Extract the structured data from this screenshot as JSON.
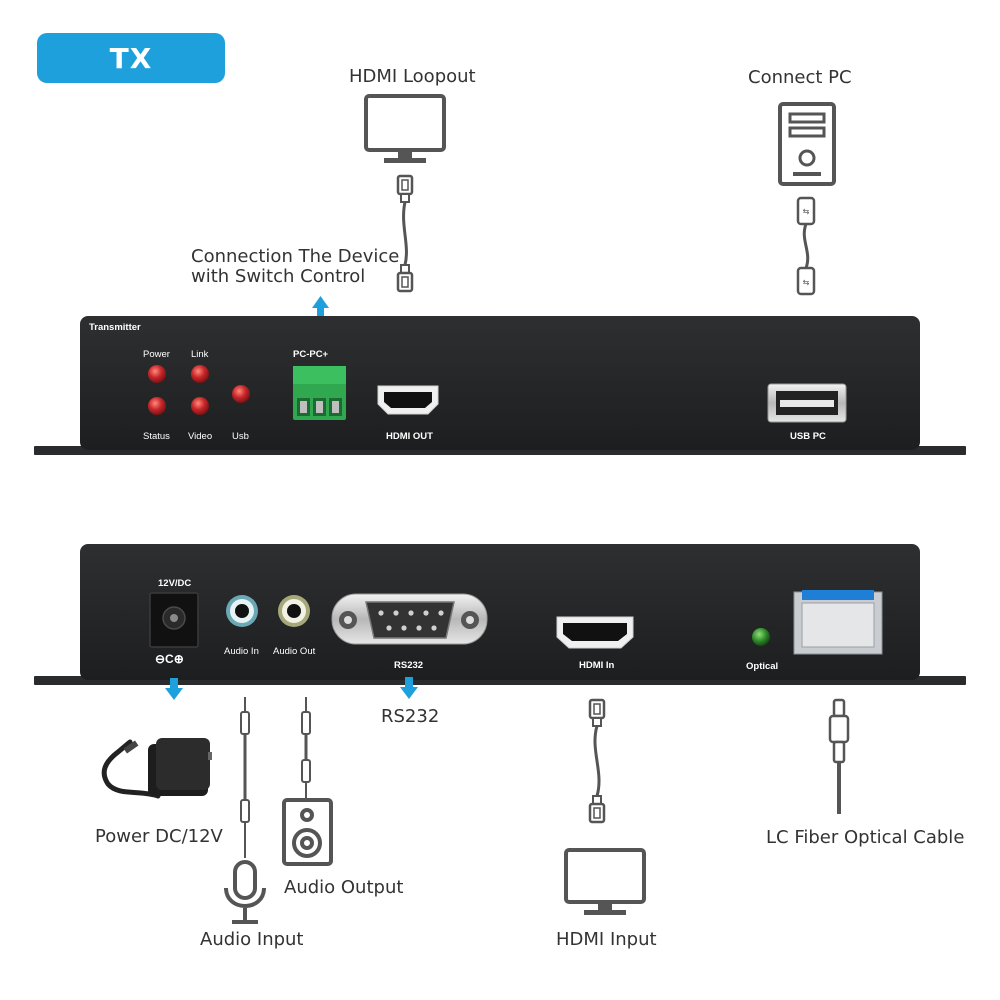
{
  "badge": {
    "label": "TX"
  },
  "top_callouts": {
    "hdmi_loopout": "HDMI Loopout",
    "connect_pc": "Connect PC",
    "switch_control_line1": "Connection The Device",
    "switch_control_line2": "with Switch Control"
  },
  "front_panel": {
    "title": "Transmitter",
    "led_power": "Power",
    "led_link": "Link",
    "led_status": "Status",
    "led_video": "Video",
    "led_usb": "Usb",
    "terminal": "PC-PC+",
    "hdmi_out": "HDMI OUT",
    "usb_pc": "USB PC"
  },
  "rear_panel": {
    "dc_label": "12V/DC",
    "dc_polarity": "⊖C⊕",
    "audio_in": "Audio In",
    "audio_out": "Audio Out",
    "rs232": "RS232",
    "hdmi_in": "HDMI In",
    "optical": "Optical"
  },
  "bottom_callouts": {
    "power": "Power DC/12V",
    "rs232": "RS232",
    "audio_output": "Audio Output",
    "audio_input": "Audio Input",
    "hdmi_input": "HDMI Input",
    "fiber": "LC Fiber Optical Cable"
  },
  "colors": {
    "accent": "#1ea0dc",
    "panel": "#252627",
    "led_red": "#c8262a",
    "led_green": "#2f8a2a",
    "terminal_green": "#2fa84f",
    "icon_gray": "#555555"
  }
}
